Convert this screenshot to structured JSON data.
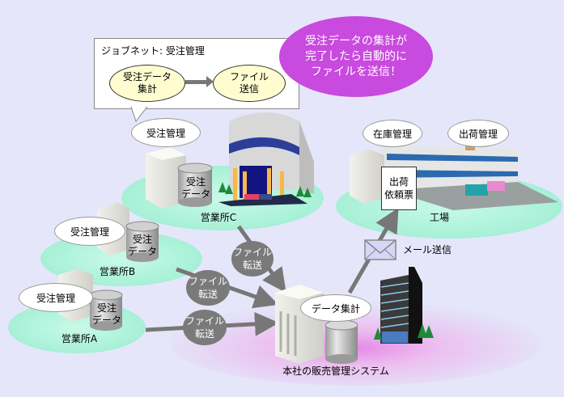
{
  "callout": {
    "title": "ジョブネット: 受注管理",
    "step1": "受注データ\n集計",
    "step1_lines": [
      "受注データ",
      "集計"
    ],
    "step2_lines": [
      "ファイル",
      "送信"
    ]
  },
  "highlight": {
    "lines": [
      "受注データの集計が",
      "完了したら自動的に",
      "ファイルを送信！"
    ],
    "color": "#c84ade"
  },
  "sites": {
    "office_c": {
      "label": "営業所C",
      "app": "受注管理",
      "db_lines": [
        "受注",
        "データ"
      ]
    },
    "office_b": {
      "label": "営業所B",
      "app": "受注管理",
      "db_lines": [
        "受注",
        "データ"
      ]
    },
    "office_a": {
      "label": "営業所A",
      "app": "受注管理",
      "db_lines": [
        "受注",
        "データ"
      ]
    },
    "factory": {
      "label": "工場",
      "apps": [
        "在庫管理",
        "出荷管理"
      ],
      "document_lines": [
        "出荷",
        "依頼票"
      ]
    },
    "hq": {
      "label": "本社の販売管理システム",
      "app": "データ集計"
    }
  },
  "transfers": [
    {
      "from": "営業所C",
      "lines": [
        "ファイル",
        "転送"
      ]
    },
    {
      "from": "営業所B",
      "lines": [
        "ファイル",
        "転送"
      ]
    },
    {
      "from": "営業所A",
      "lines": [
        "ファイル",
        "転送"
      ]
    }
  ],
  "mail": {
    "label": "メール送信",
    "icon": "envelope-icon"
  },
  "colors": {
    "background": "#e6e6fa",
    "site_ground": "#a8f0d8",
    "hq_ground": "#e0a8f0",
    "arrow": "#777777"
  }
}
